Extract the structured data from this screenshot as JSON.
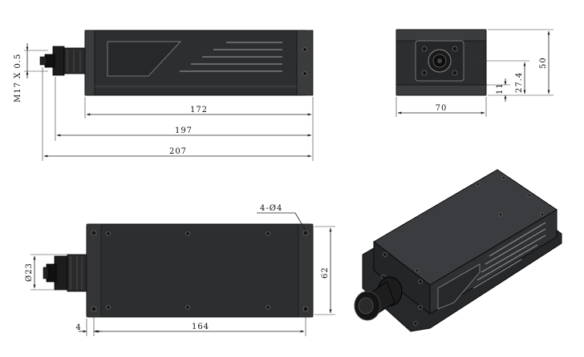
{
  "dimensions": {
    "thread_spec": "M17 X 0.5",
    "top_length_body": "172",
    "top_length_mid": "197",
    "top_length_total": "207",
    "end_width": "70",
    "end_height": "50",
    "end_center_height": "27.4",
    "end_base_offset": "11",
    "hole_spec": "4-Ø4",
    "connector_diameter": "Ø23",
    "base_width": "62",
    "hole_spacing": "164",
    "flange_offset": "4"
  },
  "colors": {
    "body": "#2c2e30",
    "lines": "#222222",
    "background": "#ffffff"
  }
}
